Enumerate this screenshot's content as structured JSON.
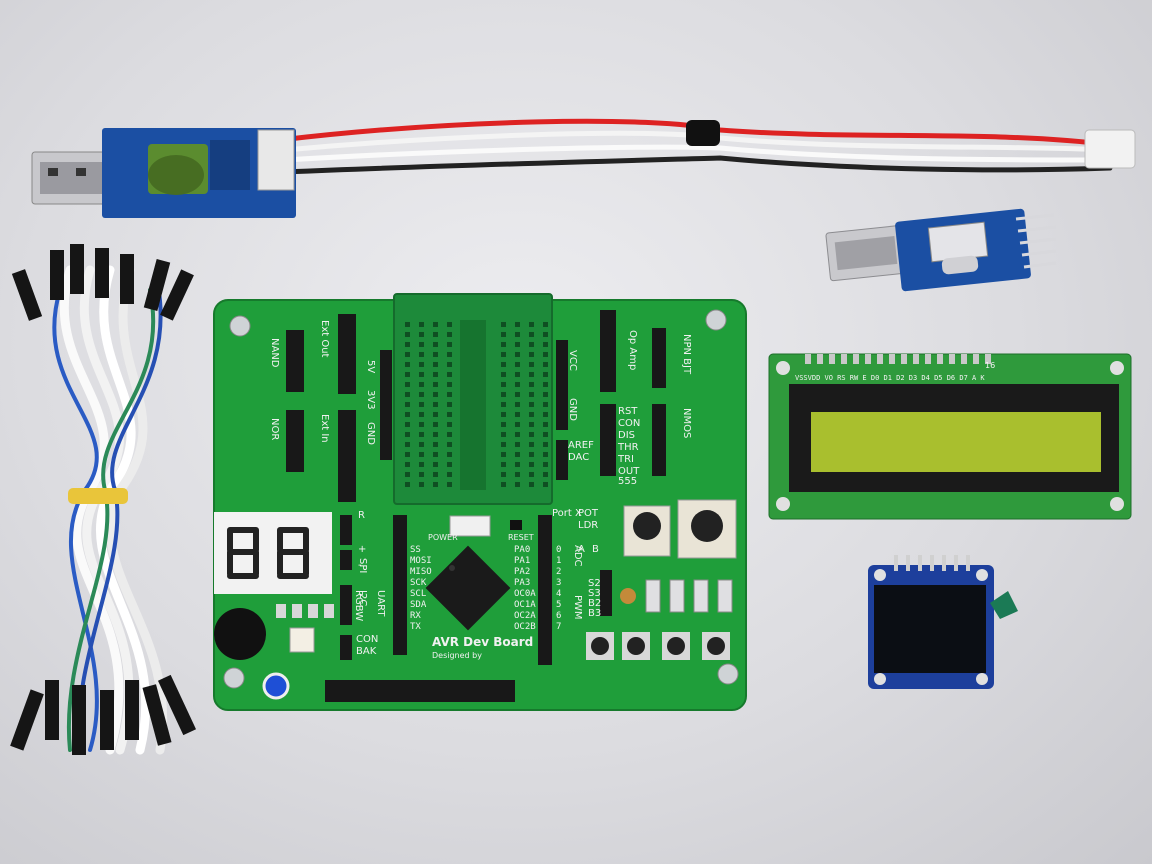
{
  "board": {
    "title": "AVR Dev Board",
    "subtitle": "Designed by",
    "labels": {
      "nand": "NAND",
      "nor": "NOR",
      "ext_out": "Ext Out",
      "ext_in": "Ext In",
      "v5": "5V",
      "v3": "3V3",
      "gnd": "GND",
      "vcc": "VCC",
      "aref": "AREF",
      "dac": "DAC",
      "opamp": "Op Amp",
      "npn": "NPN BJT",
      "nmos": "NMOS",
      "t555_1": "RST",
      "t555_2": "CON",
      "t555_3": "DIS",
      "t555_4": "THR",
      "t555_5": "TRI",
      "t555_6": "OUT",
      "t555": "555",
      "power": "POWER",
      "reset": "RESET",
      "port": "Port X",
      "pot": "POT",
      "ldr": "LDR",
      "adc": "ADC",
      "pwm": "PWM",
      "spi": "SPI",
      "i2c": "I2C",
      "uart": "UART",
      "con": "CON",
      "bak": "BAK",
      "r": "R",
      "plus": "+",
      "minus": "-",
      "rgbw": "RGBW",
      "a": "A",
      "b": "B",
      "s2": "S2",
      "s3": "S3",
      "b2": "B2",
      "b3": "B3",
      "pins": [
        "SS",
        "MOSI",
        "MISO",
        "SCK",
        "SCL",
        "SDA",
        "RX",
        "TX"
      ],
      "port_pins": [
        "PA0",
        "PA1",
        "PA2",
        "PA3",
        "OC0A",
        "OC1A",
        "OC2A",
        "OC2B"
      ],
      "port_nums": [
        "0",
        "1",
        "2",
        "3",
        "4",
        "5",
        "6",
        "7"
      ]
    }
  },
  "lcd": {
    "pin_labels": "VSSVDD VO RS RW E  D0 D1 D2 D3 D4 D5 D6 D7 A K",
    "pin_count": "16",
    "screen_color": "#a9bf2e"
  },
  "colors": {
    "pcb_green": "#1f9e3a",
    "breadboard_green": "#1d8a3a",
    "lcd_pcb": "#2f9a3c",
    "oled_pcb": "#1d3f9c",
    "programmer_pcb": "#1b4fa3"
  }
}
